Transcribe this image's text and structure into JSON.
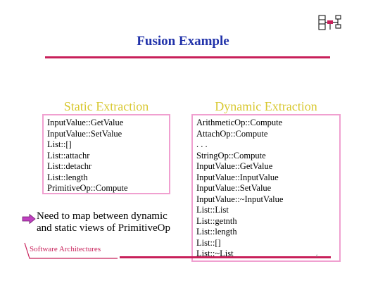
{
  "slide": {
    "title": "Fusion Example",
    "static": {
      "heading": "Static Extraction",
      "items": [
        "InputValue::GetValue",
        "InputValue::SetValue",
        "List::[]",
        "List::attachr",
        "List::detachr",
        "List::length",
        "PrimitiveOp::Compute"
      ]
    },
    "dynamic": {
      "heading": "Dynamic Extraction",
      "items": [
        "ArithmeticOp::Compute",
        "AttachOp::Compute",
        ". . .",
        "StringOp::Compute",
        "InputValue::GetValue",
        "InputValue::InputValue",
        "InputValue::SetValue",
        "InputValue::~InputValue",
        "List::List",
        "List::getnth",
        "List::length",
        "List::[]",
        "List::~List"
      ]
    },
    "bullet": "Need to map between dynamic and static views of PrimitiveOp",
    "footer": "Software Architectures",
    "page_number": "6",
    "colors": {
      "title": "#2233aa",
      "rule": "#c8205a",
      "heading": "#d8c830",
      "box_border": "#f0a0d0",
      "bullet_arrow": "#c040c0"
    },
    "icons": {
      "logo": "architecture-diagram-icon",
      "bullet": "right-arrow-icon"
    }
  }
}
